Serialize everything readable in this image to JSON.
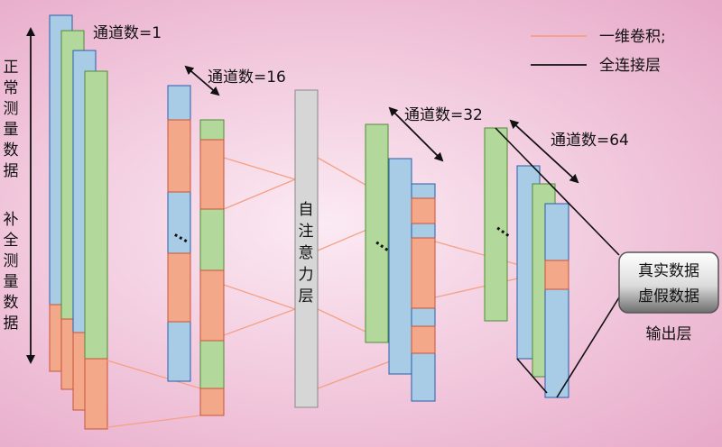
{
  "labels": {
    "ch1": "通道数=1",
    "ch16": "通道数=16",
    "ch32": "通道数=32",
    "ch64": "通道数=64",
    "normal_data": "正常测量数据",
    "completed_data": "补全测量数据",
    "attention_layer": "自注意力层",
    "output_real": "真实数据",
    "output_fake": "虚假数据",
    "output_layer": "输出层",
    "ellipsis": "···"
  },
  "legend": {
    "conv": "一维卷积;",
    "fc": "全连接层"
  },
  "colors": {
    "blue": "#a8cbe6",
    "green": "#b2d99b",
    "orange": "#f2a889",
    "conv_line": "#f4a184",
    "gray": "#d6d6d6",
    "output_box": "#555555"
  }
}
